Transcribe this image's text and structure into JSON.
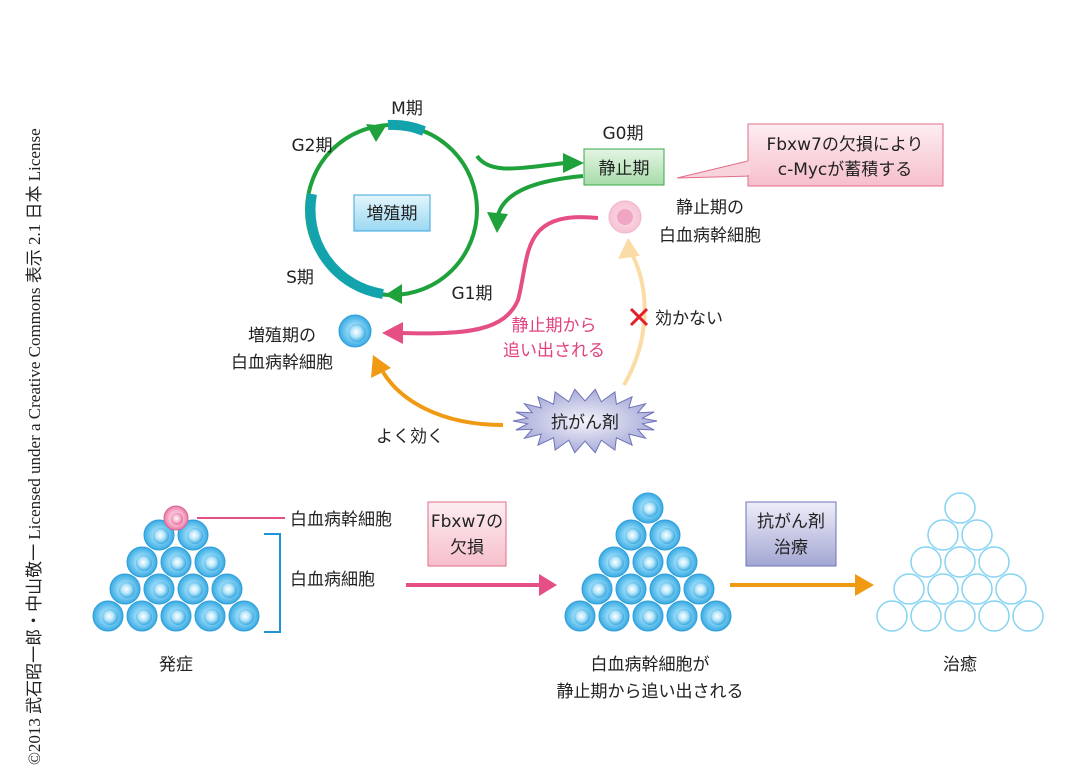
{
  "credit": "©2013 武石昭一郎・中山敬一 Licensed under a Creative Commons 表示 2.1 日本 License",
  "colors": {
    "cycle_green": "#1fa23c",
    "phase_teal": "#12a3ad",
    "pink": "#e54f86",
    "orange": "#f09a13",
    "light_orange": "#fbdca6",
    "cross_red": "#e3202a",
    "cell_blue": "#4ab8e8",
    "bracket_blue": "#1e95d8"
  },
  "cycle": {
    "center_label": "増殖期",
    "phases": {
      "m": "M期",
      "g2": "G2期",
      "s": "S期",
      "g1": "G1期"
    },
    "g0_label": "G0期",
    "quiescent_box": "静止期"
  },
  "callout": {
    "line1": "Fbxw7の欠損により",
    "line2": "c-Mycが蓄積する"
  },
  "quiescent_cell": {
    "line1": "静止期の",
    "line2": "白血病幹細胞"
  },
  "proliferating_cell": {
    "line1": "増殖期の",
    "line2": "白血病幹細胞"
  },
  "expelled_label": {
    "line1": "静止期から",
    "line2": "追い出される"
  },
  "ineffective_label": "効かない",
  "effective_label": "よく効く",
  "drug_label": "抗がん剤",
  "bottom": {
    "stem_cell_label": "白血病幹細胞",
    "leukemia_cell_label": "白血病細胞",
    "fbxw7_box": {
      "line1": "Fbxw7の",
      "line2": "欠損"
    },
    "drug_box": {
      "line1": "抗がん剤",
      "line2": "治療"
    },
    "stage1_caption": "発症",
    "stage2_caption": {
      "line1": "白血病幹細胞が",
      "line2": "静止期から追い出される"
    },
    "stage3_caption": "治癒"
  }
}
